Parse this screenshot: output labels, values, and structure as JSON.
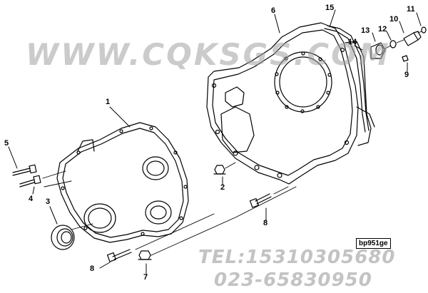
{
  "watermark": {
    "site": "WWW.CQKSGS.COM",
    "tel": "TEL:15310305680",
    "phone2": "023-65830950"
  },
  "figure_id": "bp951ge",
  "callouts": [
    {
      "id": "1",
      "label": "1"
    },
    {
      "id": "2",
      "label": "2"
    },
    {
      "id": "3",
      "label": "3"
    },
    {
      "id": "4",
      "label": "4"
    },
    {
      "id": "5",
      "label": "5"
    },
    {
      "id": "6",
      "label": "6"
    },
    {
      "id": "7",
      "label": "7"
    },
    {
      "id": "8a",
      "label": "8"
    },
    {
      "id": "8b",
      "label": "8"
    },
    {
      "id": "9",
      "label": "9"
    },
    {
      "id": "10",
      "label": "10"
    },
    {
      "id": "11",
      "label": "11"
    },
    {
      "id": "12",
      "label": "12"
    },
    {
      "id": "13",
      "label": "13"
    },
    {
      "id": "14",
      "label": "14"
    },
    {
      "id": "15",
      "label": "15"
    }
  ],
  "colors": {
    "ink": "#000000",
    "watermark": "#a0a0a0"
  }
}
